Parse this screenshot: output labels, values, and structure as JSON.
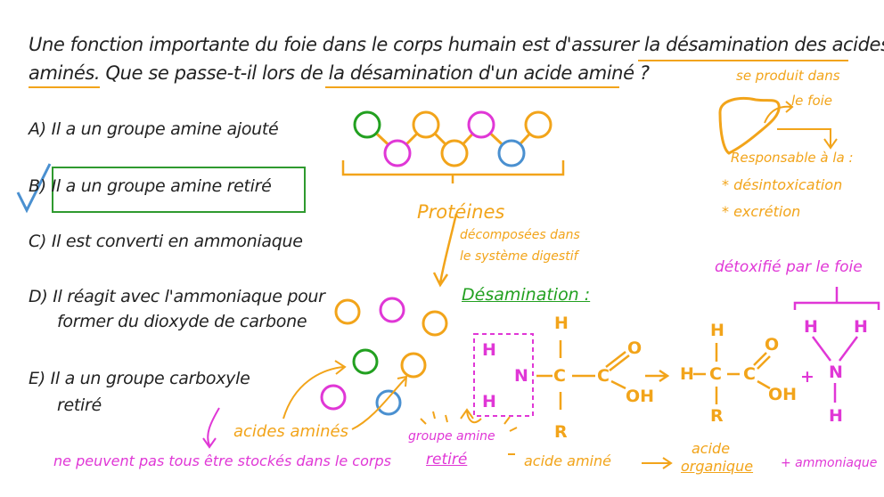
{
  "question": {
    "line1": "Une fonction importante du foie dans le corps humain est d'assurer la désamination des acides",
    "line2": "aminés. Que se passe-t-il lors de la désamination d'un acide aminé ?"
  },
  "options": [
    {
      "letter": "A)",
      "text": "Il a un groupe amine ajouté"
    },
    {
      "letter": "B)",
      "text": "Il a un groupe amine retiré"
    },
    {
      "letter": "C)",
      "text": "Il est converti en ammoniaque"
    },
    {
      "letter": "D)",
      "text": "Il réagit avec l'ammoniaque pour",
      "text2": "former du dioxyde de carbone"
    },
    {
      "letter": "E)",
      "text": "Il a un groupe carboxyle",
      "text2": "retiré"
    }
  ],
  "correct_mark": "✓",
  "annotations": {
    "liver_top1": "se produit dans",
    "liver_top2": "le foie",
    "responsible": "Responsable à la :",
    "detox": "* désintoxication",
    "excretion": "* excrétion",
    "proteins": "Protéines",
    "decomposed1": "décomposées dans",
    "decomposed2": "le système digestif",
    "deamination": "Désamination :",
    "detoxified": "détoxifié par le foie",
    "amino_acids": "acides aminés",
    "cannot_store": "ne peuvent pas tous être stockés dans le corps",
    "amine_group": "groupe amine",
    "removed": "retiré",
    "amino_acid_label": "acide aminé",
    "organic_acid1": "acide",
    "organic_acid2": "organique",
    "plus_ammonia": "+ ammoniaque"
  },
  "chemistry": {
    "H": "H",
    "N": "N",
    "C": "C",
    "O": "O",
    "OH": "OH",
    "R": "R",
    "plus": "+",
    "bond_h": "—",
    "arrow": "→"
  },
  "colors": {
    "orange": "#f2a41a",
    "green": "#22a020",
    "pink": "#e037d6",
    "blue": "#4a90d0",
    "dark": "#222222"
  }
}
